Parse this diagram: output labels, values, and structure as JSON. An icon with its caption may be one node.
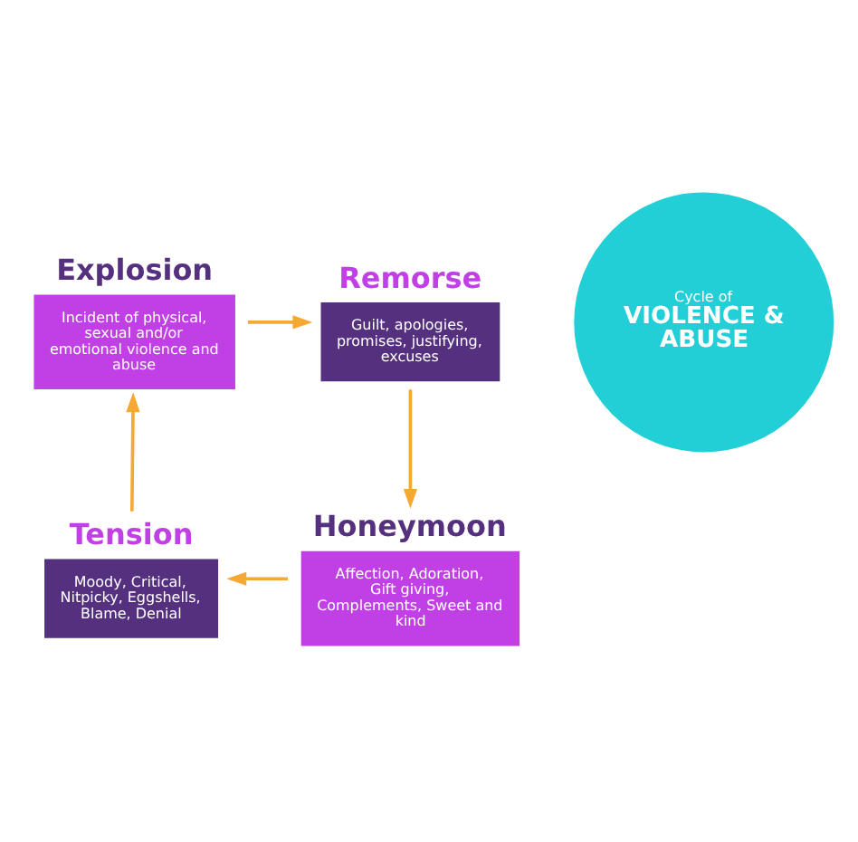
{
  "diagram": {
    "nodes": [
      {
        "text": [
          "Explosion",
          "Incident of physical, sexual and/or emotional violence and abuse"
        ]
      },
      {
        "text": [
          "Remorse",
          "Guilt, apologies, promises, justifying, excuses"
        ]
      },
      {
        "text": [
          "Cycle of",
          "VIOLENCE & ABUSE"
        ]
      },
      {
        "text": [
          "Tension",
          "Moody, Critical, Nitpicky, Eggshells, Blame, Denial"
        ]
      },
      {
        "text": [
          "Honeymoon",
          "Affection, Adoration, Gift giving, Complements, Sweet and kind"
        ]
      }
    ],
    "edges": [
      {
        "from": 0,
        "to": 1,
        "arrow": "to"
      },
      {
        "from": 1,
        "to": 4,
        "arrow": "to"
      },
      {
        "from": 4,
        "to": 3,
        "arrow": "to"
      },
      {
        "from": 3,
        "to": 0,
        "arrow": "to"
      }
    ]
  }
}
